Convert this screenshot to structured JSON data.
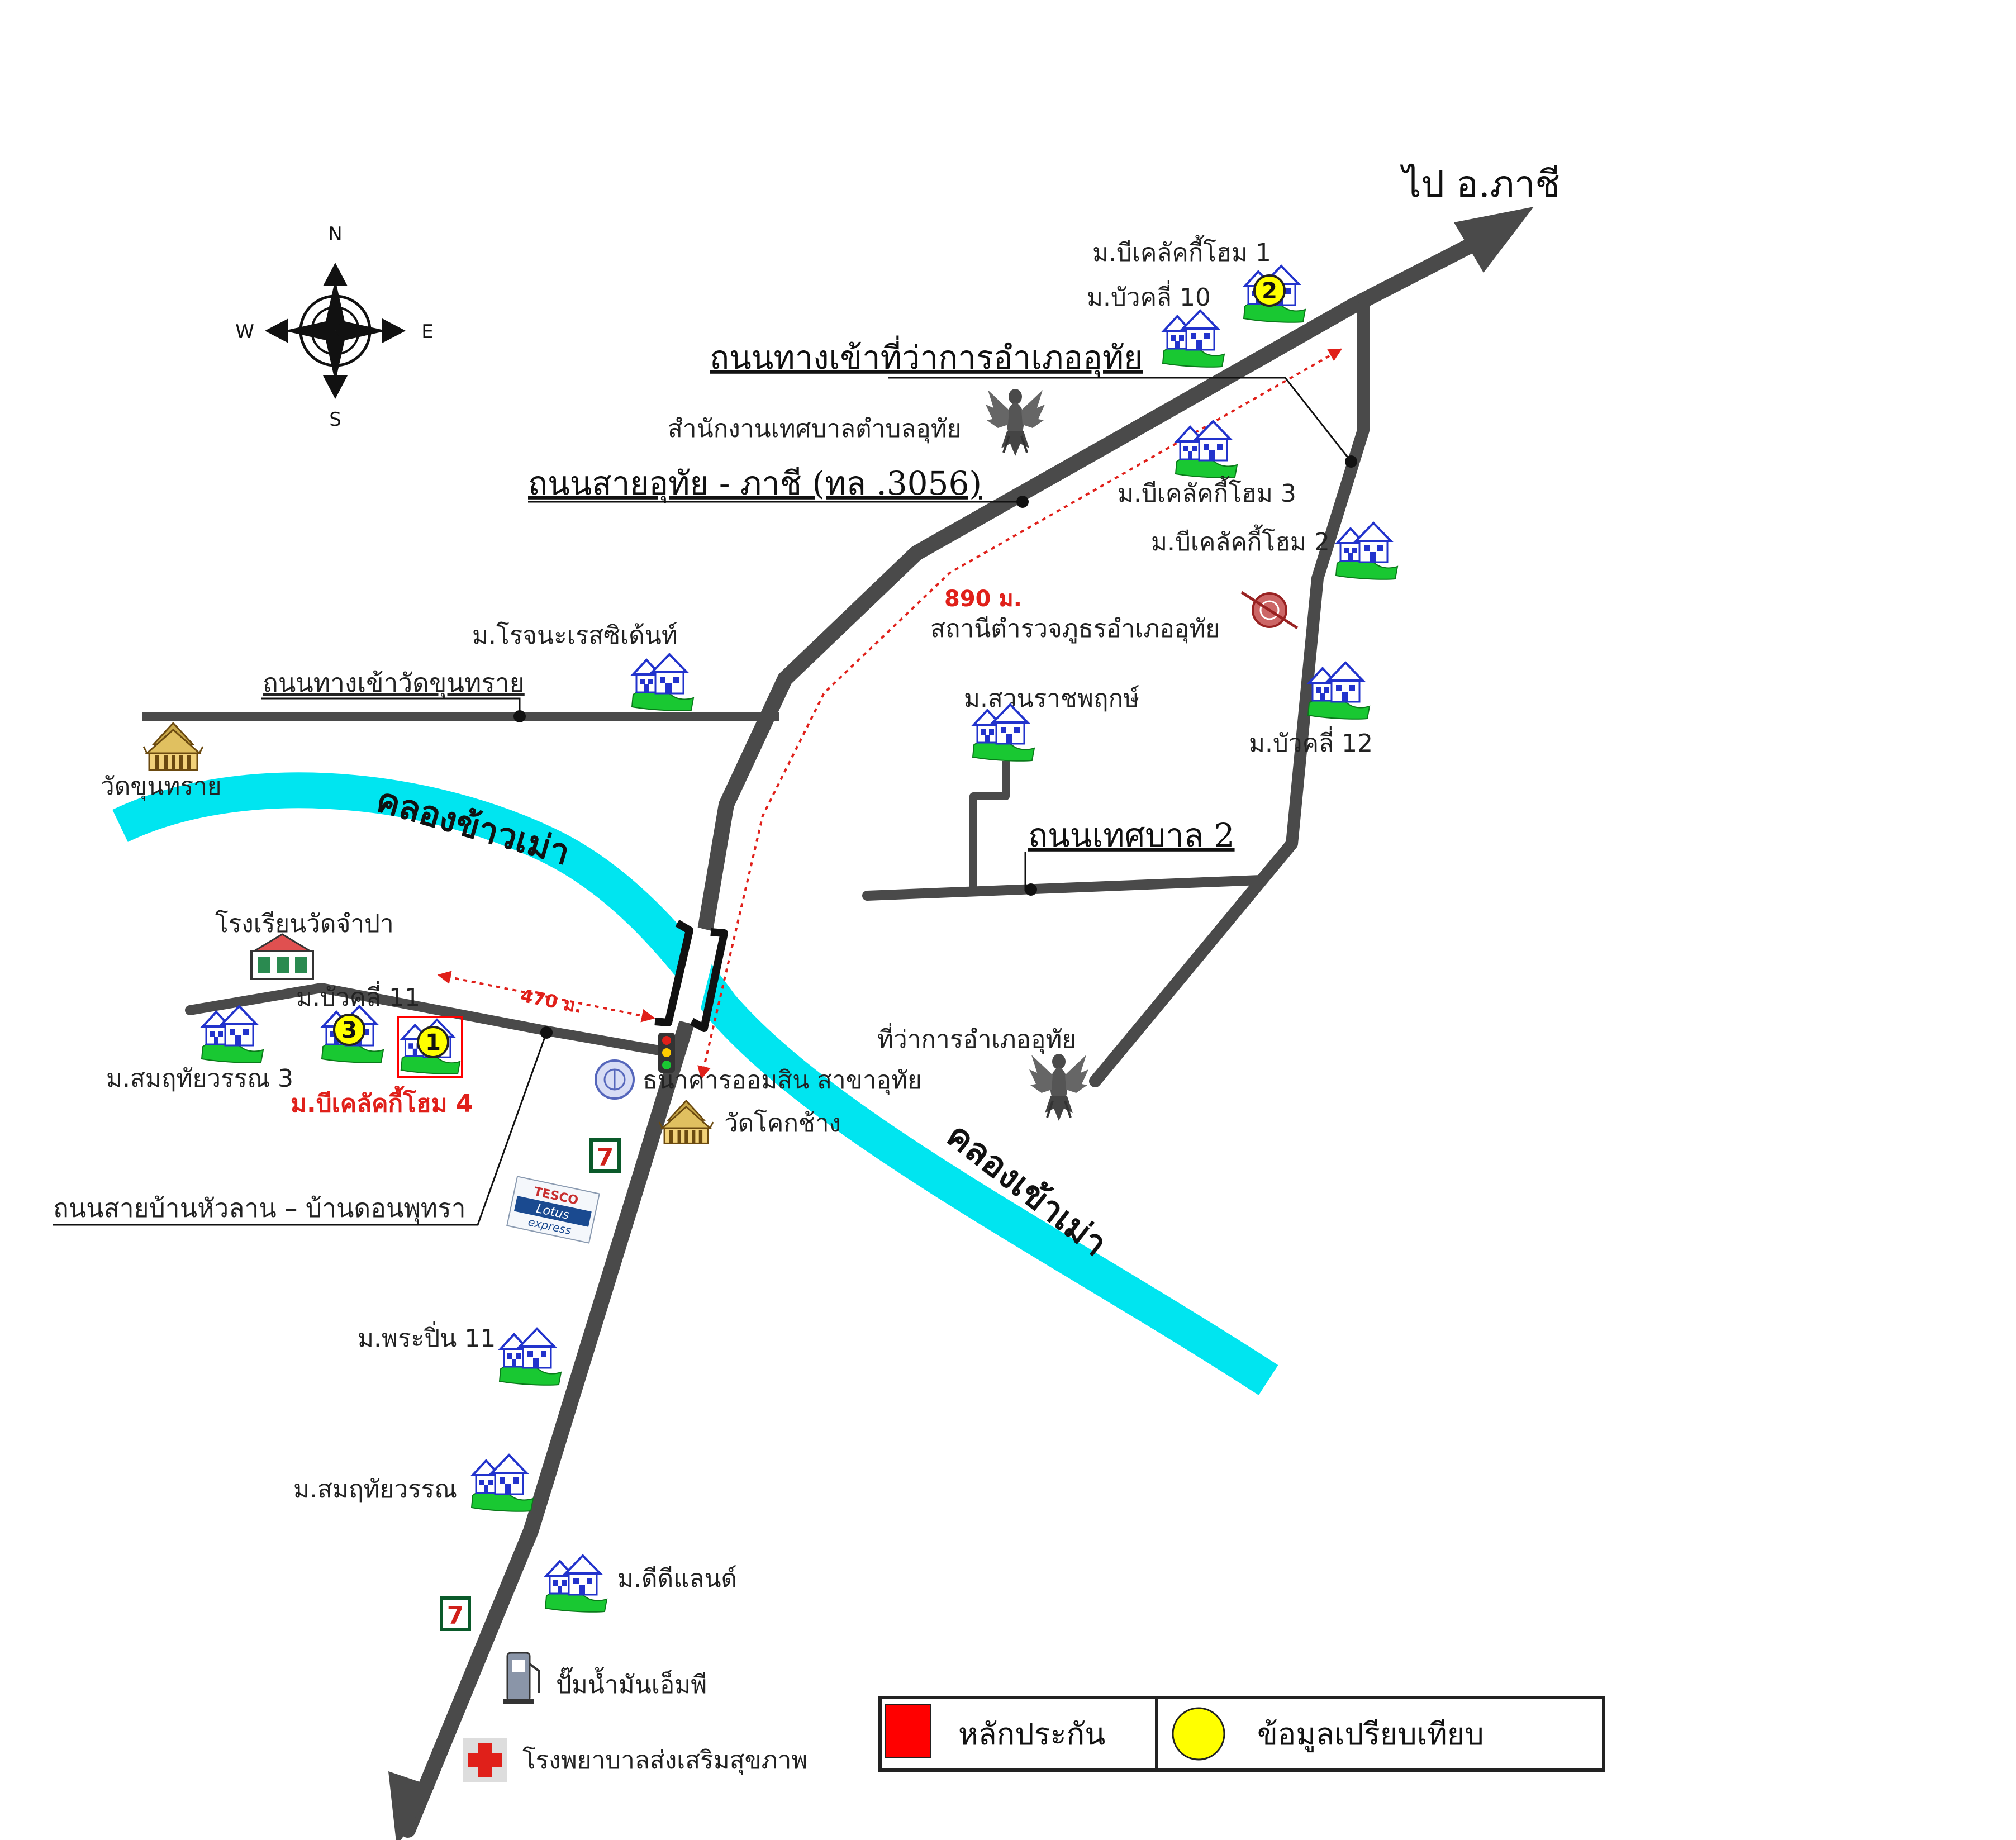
{
  "destination": "ไป อ.ภาชี",
  "compass": {
    "n": "N",
    "s": "S",
    "e": "E",
    "w": "W"
  },
  "roads": {
    "main_highway": "ถนนสายอุทัย - ภาชี (ทล .3056)",
    "district_office_access": "ถนนทางเข้าที่ว่าการอำเภออุทัย",
    "wat_khun_sai_access": "ถนนทางเข้าวัดขุนทราย",
    "thetsaban_2": "ถนนเทศบาล 2",
    "hua_lan_don_phuttra": "ถนนสายบ้านหัวลาน – บ้านดอนพุทรา"
  },
  "canals": {
    "north": "คลองข้าวเม่า",
    "south": "คลองเข้าเม่า"
  },
  "distances": {
    "route_to_district": "890 ม.",
    "route_to_subject": "470 ม."
  },
  "villages": {
    "bleklucky_1": "ม.บีเคลัคกี้โฮม 1",
    "buakli_10": "ม.บัวคลี่ 10",
    "bleklucky_3": "ม.บีเคลัคกี้โฮม 3",
    "bleklucky_2": "ม.บีเคลัคกี้โฮม 2",
    "buakli_12": "ม.บัวคลี่ 12",
    "suanrat": "ม.สวนราชพฤกษ์",
    "rojana": "ม.โรจนะเรสซิเด้นท์",
    "buakli_11": "ม.บัวคลี่ 11",
    "somruethai_3": "ม.สมฤทัยวรรณ 3",
    "subject": "ม.บีเคลัคกี้โฮม 4",
    "phrapin_11": "ม.พระปิ่น 11",
    "somruethai": "ม.สมฤทัยวรรณ",
    "deedee": "ม.ดีดีแลนด์"
  },
  "places": {
    "municipality_office": "สำนักงานเทศบาลตำบลอุทัย",
    "police_station": "สถานีตำรวจภูธรอำเภออุทัย",
    "wat_khun_sai": "วัดขุนทราย",
    "school": "โรงเรียนวัดจำปา",
    "district_office": "ที่ว่าการอำเภออุทัย",
    "gsb_bank": "ธนาคารออมสิน สาขาอุทัย",
    "wat_khok_chang": "วัดโคกช้าง",
    "gas_station": "ปั๊มน้ำมันเอ็มพี",
    "hospital": "โรงพยาบาลส่งเสริมสุขภาพ"
  },
  "markers": {
    "subject": "1",
    "comp_2": "2",
    "comp_3": "3"
  },
  "store_icon_glyph": "7",
  "tesco_lines": [
    "TESCO",
    "Lotus",
    "express"
  ],
  "legend": {
    "collateral": "หลักประกัน",
    "comparison": "ข้อมูลเปรียบเทียบ"
  },
  "colors": {
    "road": "#4a4a4a",
    "canal": "#00e5f0",
    "route": "#e0201a",
    "collateral_marker": "#ff0000",
    "comparison_marker": "#ffff00",
    "house_grass": "#19c832",
    "house_roof": "#2233cc"
  },
  "icon_names": {
    "house": "village-house-icon",
    "garuda": "garuda-emblem-icon",
    "temple": "temple-icon",
    "store": "seven-eleven-icon",
    "bank": "gsb-bank-icon",
    "traffic_light": "traffic-light-icon",
    "fuel": "fuel-pump-icon",
    "hospital": "red-cross-icon",
    "school": "school-icon",
    "police": "police-badge-icon",
    "bridge": "bridge-icon"
  }
}
